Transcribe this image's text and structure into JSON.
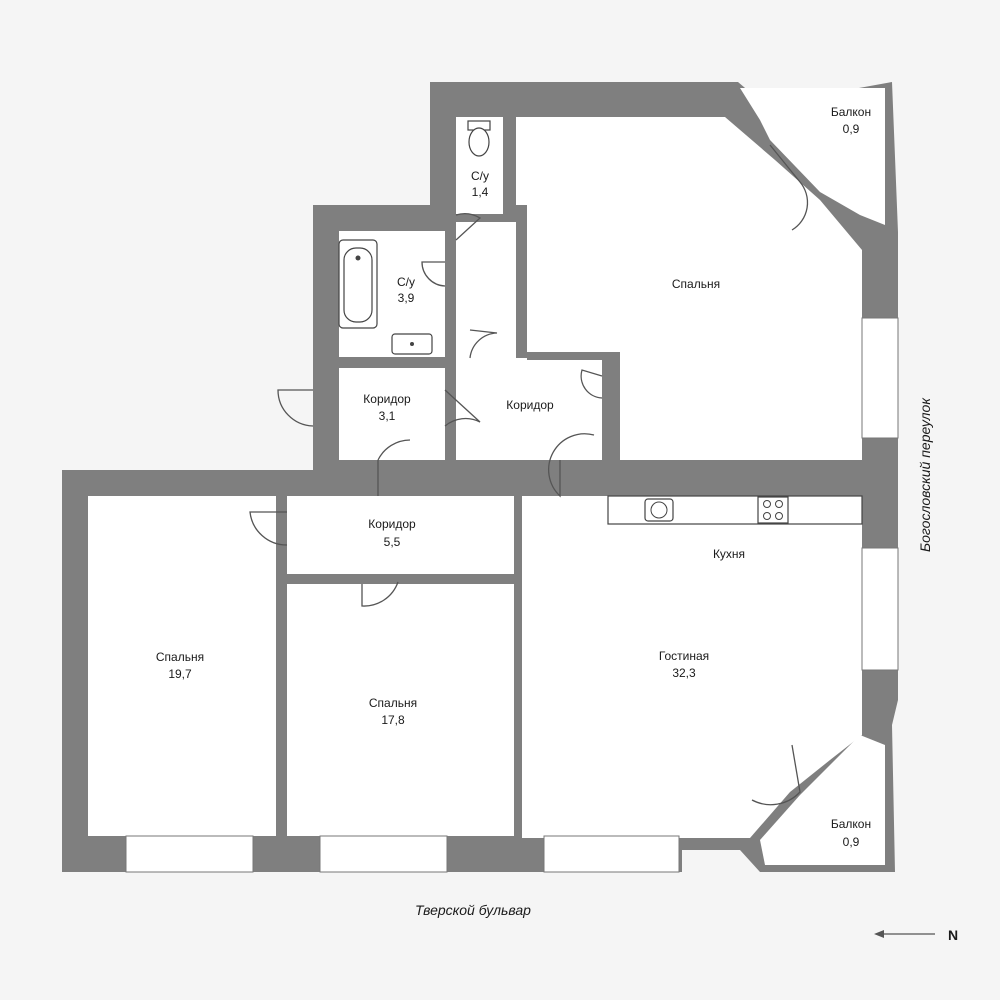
{
  "rooms": [
    {
      "id": "bath_small",
      "name": "С/у",
      "area": "1,4"
    },
    {
      "id": "bath",
      "name": "С/у",
      "area": "3,9"
    },
    {
      "id": "bedroom_ne",
      "name": "Спальня",
      "area": ""
    },
    {
      "id": "balcony_top",
      "name": "Балкон",
      "area": "0,9"
    },
    {
      "id": "corridor_a",
      "name": "Коридор",
      "area": "3,1"
    },
    {
      "id": "corridor_b",
      "name": "Коридор",
      "area": ""
    },
    {
      "id": "corridor_c",
      "name": "Коридор",
      "area": "5,5"
    },
    {
      "id": "kitchen",
      "name": "Кухня",
      "area": ""
    },
    {
      "id": "living",
      "name": "Гостиная",
      "area": "32,3"
    },
    {
      "id": "bedroom_w",
      "name": "Спальня",
      "area": "19,7"
    },
    {
      "id": "bedroom_mid",
      "name": "Спальня",
      "area": "17,8"
    },
    {
      "id": "balcony_bottom",
      "name": "Балкон",
      "area": "0,9"
    }
  ],
  "streets": {
    "bottom": "Тверской бульвар",
    "right": "Богословский переулок"
  },
  "compass": {
    "label": "N"
  }
}
